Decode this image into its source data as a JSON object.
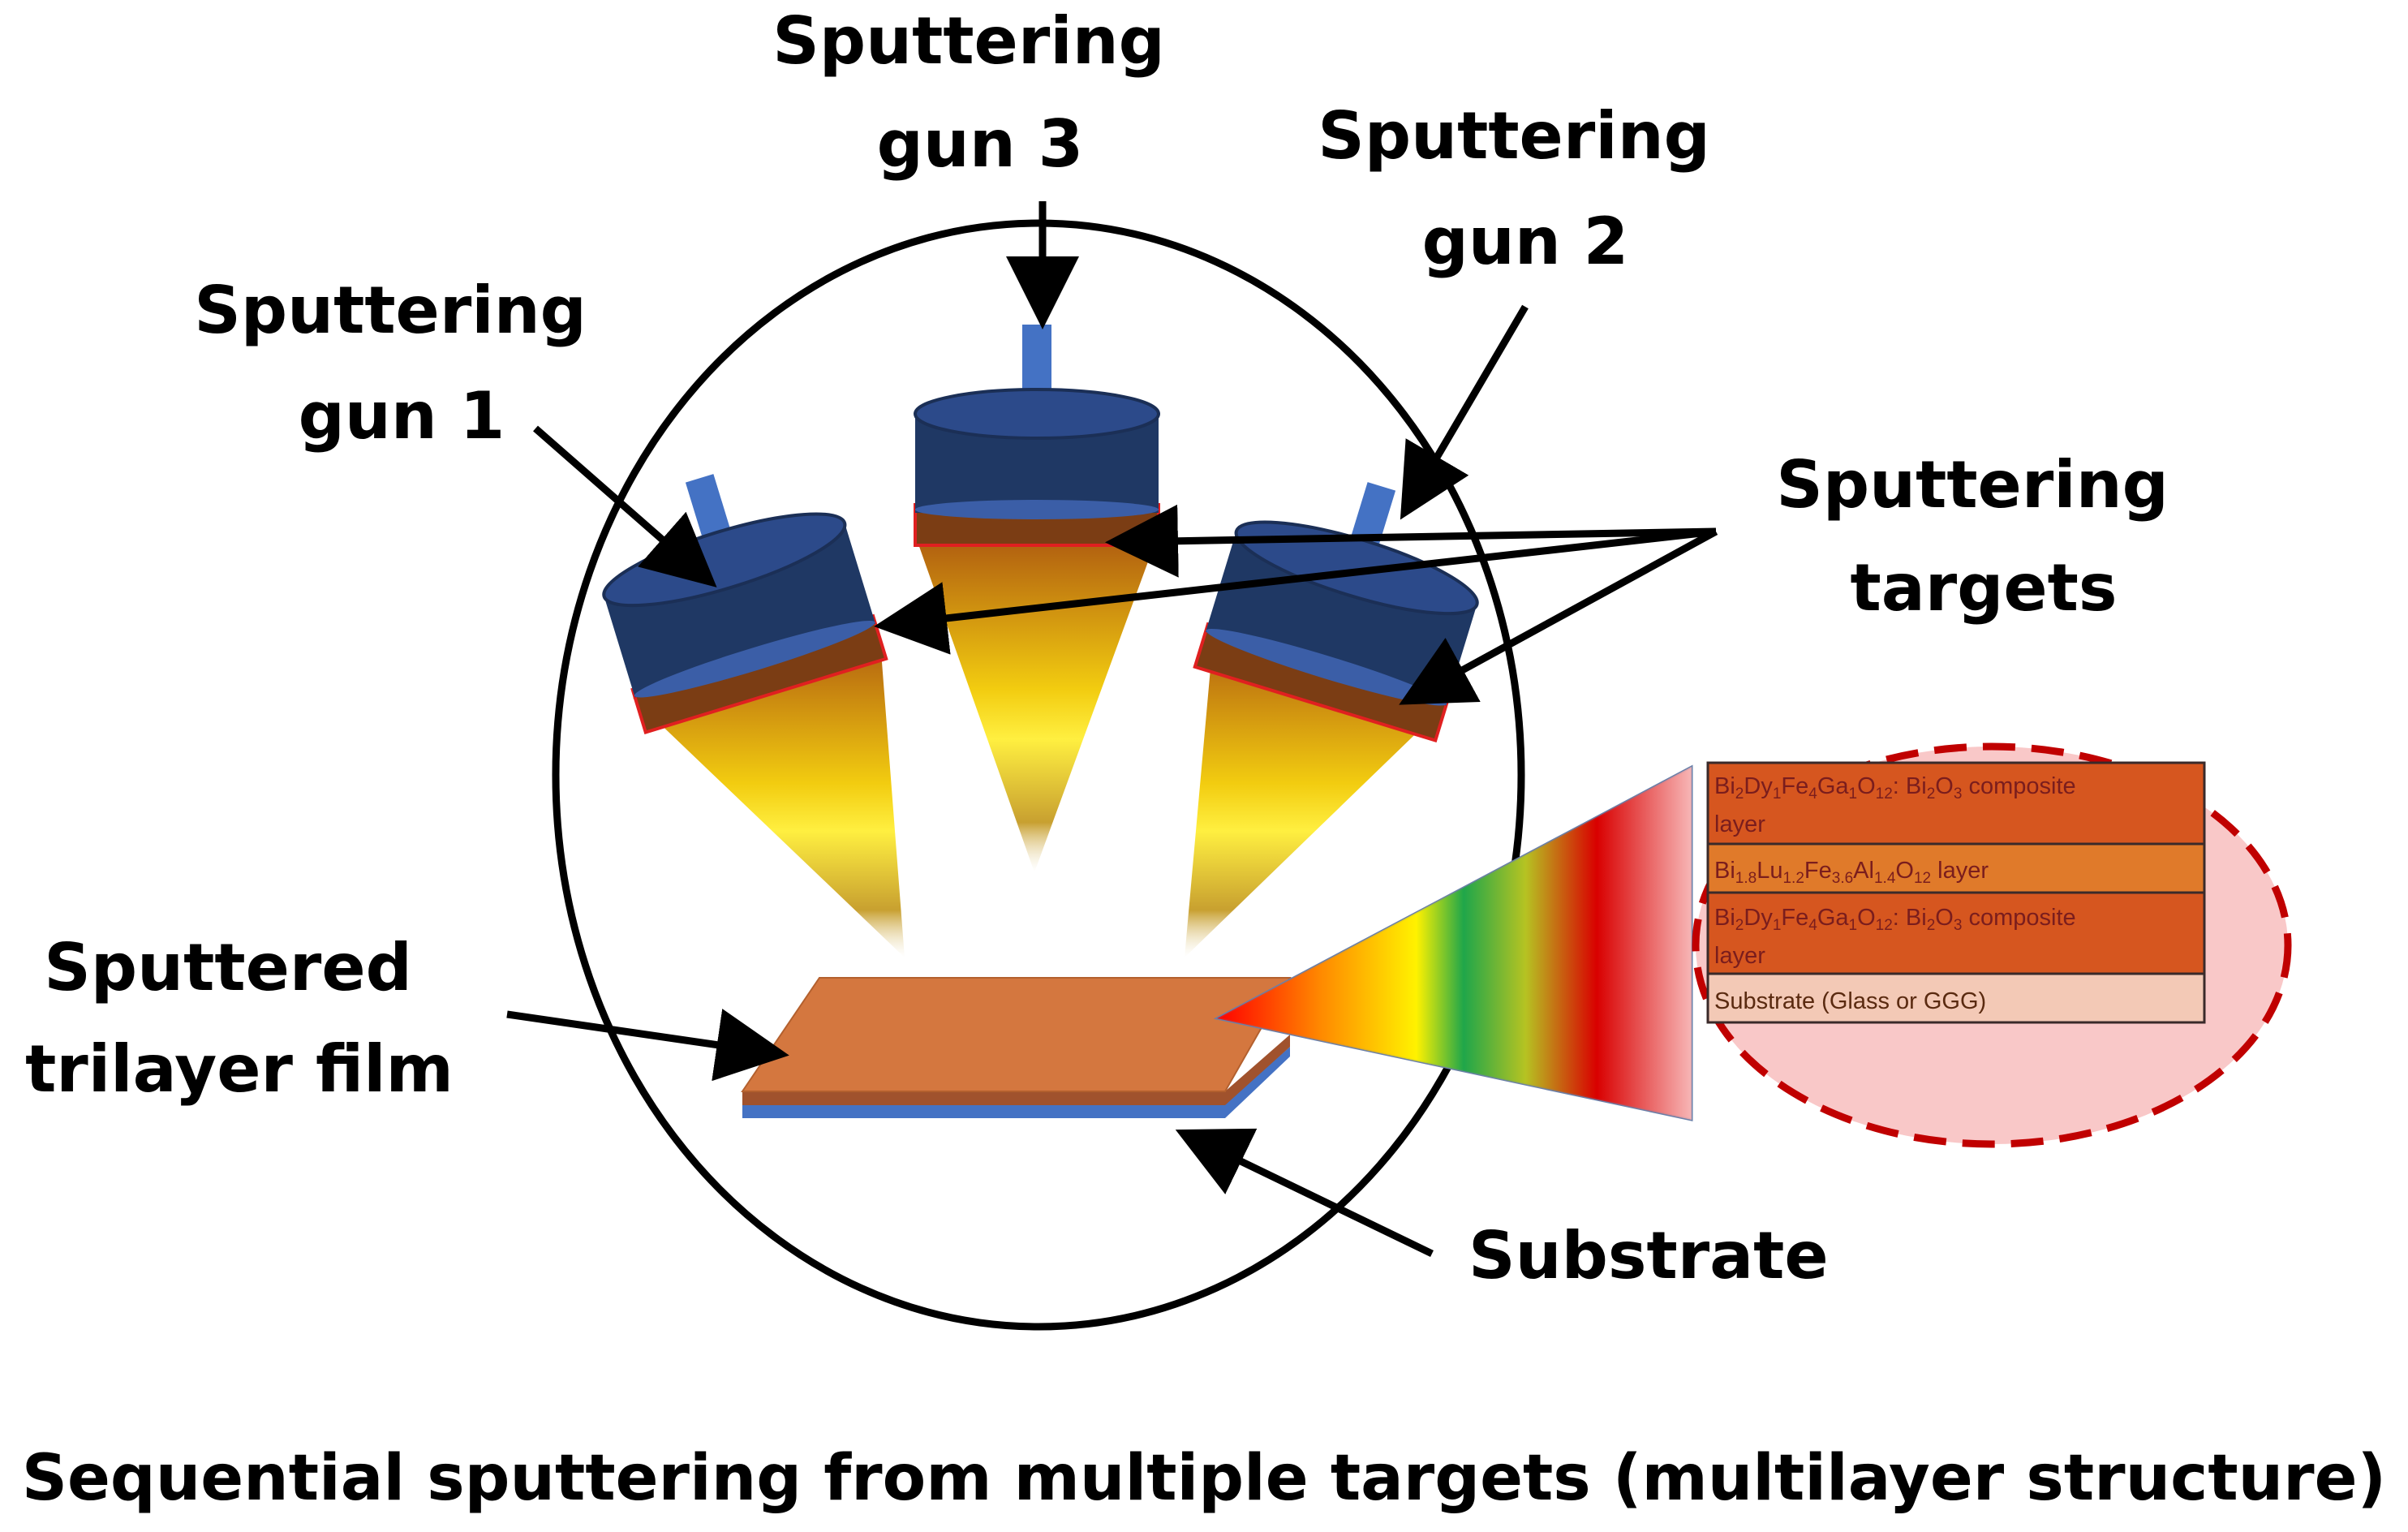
{
  "labels": {
    "gun1_line1": "Sputtering",
    "gun1_line2": "gun 1",
    "gun2_line1": "Sputtering",
    "gun2_line2": "gun 2",
    "gun3_line1": "Sputtering",
    "gun3_line2": "gun 3",
    "targets_line1": "Sputtering",
    "targets_line2": "targets",
    "film_line1": "Sputtered",
    "film_line2": "trilayer film",
    "substrate": "Substrate"
  },
  "caption": "Sequential sputtering from multiple targets (multilayer structure)",
  "layers": [
    {
      "parts": [
        {
          "t": "Bi"
        },
        {
          "t": "2",
          "sub": true
        },
        {
          "t": "Dy"
        },
        {
          "t": "1",
          "sub": true
        },
        {
          "t": "Fe"
        },
        {
          "t": "4",
          "sub": true
        },
        {
          "t": "Ga"
        },
        {
          "t": "1",
          "sub": true
        },
        {
          "t": "O"
        },
        {
          "t": "12",
          "sub": true
        },
        {
          "t": ": Bi"
        },
        {
          "t": "2",
          "sub": true
        },
        {
          "t": "O"
        },
        {
          "t": "3",
          "sub": true
        },
        {
          "t": " composite"
        }
      ],
      "line2": "layer",
      "color": "#d6561f"
    },
    {
      "parts": [
        {
          "t": "Bi"
        },
        {
          "t": "1.8",
          "sub": true
        },
        {
          "t": "Lu"
        },
        {
          "t": "1.2",
          "sub": true
        },
        {
          "t": "Fe"
        },
        {
          "t": "3.6",
          "sub": true
        },
        {
          "t": "Al"
        },
        {
          "t": "1.4",
          "sub": true
        },
        {
          "t": "O"
        },
        {
          "t": "12",
          "sub": true
        },
        {
          "t": "  layer"
        }
      ],
      "line2": "",
      "color": "#e07a2a"
    },
    {
      "parts": [
        {
          "t": "Bi"
        },
        {
          "t": "2",
          "sub": true
        },
        {
          "t": "Dy"
        },
        {
          "t": "1",
          "sub": true
        },
        {
          "t": "Fe"
        },
        {
          "t": "4",
          "sub": true
        },
        {
          "t": "Ga"
        },
        {
          "t": "1",
          "sub": true
        },
        {
          "t": "O"
        },
        {
          "t": "12",
          "sub": true
        },
        {
          "t": ": Bi"
        },
        {
          "t": "2",
          "sub": true
        },
        {
          "t": "O"
        },
        {
          "t": "3",
          "sub": true
        },
        {
          "t": " composite"
        }
      ],
      "line2": "layer",
      "color": "#d6561f"
    },
    {
      "parts": [
        {
          "t": "Substrate (Glass or GGG)"
        }
      ],
      "line2": "",
      "color": "#f3c9b6"
    }
  ],
  "colors": {
    "gun_body": "#1f3864",
    "gun_side": "#2c4a8a",
    "gun_rod": "#4472c4",
    "target": "#7b3d14",
    "target_edge": "#e02020",
    "film_top": "#d4773f",
    "substrate": "#4472c4",
    "inset_fill": "#f9c8c8",
    "inset_border": "#c00000"
  }
}
